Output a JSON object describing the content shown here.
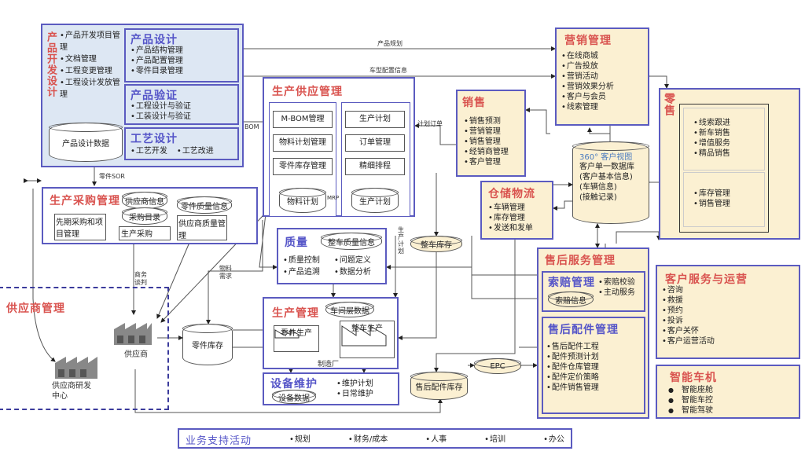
{
  "product_dev": {
    "title": "产品开发设计",
    "items": [
      "产品开发项目管理",
      "文档管理",
      "工程变更管理",
      "工程设计发放管理"
    ],
    "db": "产品设计数据",
    "design": {
      "title": "产品设计",
      "items": [
        "产品结构管理",
        "产品配置管理",
        "零件目录管理"
      ]
    },
    "verify": {
      "title": "产品验证",
      "items": [
        "工程设计与验证",
        "工装设计与验证"
      ]
    },
    "process": {
      "title": "工艺设计",
      "items": [
        "工艺开发",
        "工艺改进"
      ]
    }
  },
  "supply": {
    "title": "生产供应管理",
    "left": [
      "M-BOM管理",
      "物料计划管理",
      "零件库存管理"
    ],
    "left_db": "物料计划",
    "right": [
      "生产计划",
      "订单管理",
      "精细排程"
    ],
    "right_db": "生产计划"
  },
  "marketing": {
    "title": "营销管理",
    "items": [
      "在线商城",
      "广告投放",
      "营销活动",
      "营销效果分析",
      "客户与会员",
      "线索管理"
    ]
  },
  "sales": {
    "title": "销售",
    "items": [
      "销售预测",
      "营销管理",
      "销售管理",
      "经销商管理",
      "客户管理"
    ]
  },
  "retail": {
    "title": "零售",
    "top": [
      "线索跟进",
      "新车销售",
      "增值服务",
      "精品销售"
    ],
    "bottom": [
      "库存管理",
      "销售管理"
    ]
  },
  "warehouse": {
    "title": "仓储物流",
    "items": [
      "车辆管理",
      "库存管理",
      "发送和发单"
    ]
  },
  "customer_db": {
    "title": "360° 客户视图",
    "lines": [
      "客户单一数据库",
      "(客户基本信息)",
      "(车辆信息)",
      "(接触记录)"
    ]
  },
  "purchase": {
    "title": "生产采购管理",
    "advance": "先期采购和项目管理",
    "db1": "供应商信息",
    "db2": "采购目录",
    "prod": "生产采购",
    "db3": "零件质量信息",
    "quality": "供应商质量管理"
  },
  "supplier_mgmt": {
    "title": "供应商管理",
    "supplier": "供应商",
    "rd": "供应商研发中心"
  },
  "parts_stock": "零件库存",
  "quality": {
    "title": "质量",
    "db": "整车质量信息",
    "items": [
      "质量控制",
      "问题定义",
      "产品追溯",
      "数据分析"
    ]
  },
  "production": {
    "title": "生产管理",
    "db": "车间层数据",
    "parts": "零件生产",
    "vehicle": "整车生产",
    "plant": "制造厂"
  },
  "maintenance": {
    "title": "设备维护",
    "db": "设备数据",
    "items": [
      "维护计划",
      "日常维护"
    ]
  },
  "vehicle_stock": "整车库存",
  "aftersales_stock": "售后配件库存",
  "epc": "EPC",
  "aftersales": {
    "title": "售后服务管理",
    "claim": {
      "title": "索赔管理",
      "db": "索赔信息",
      "items": [
        "索赔校验",
        "主动服务"
      ]
    },
    "parts": {
      "title": "售后配件管理",
      "items": [
        "售后配件工程",
        "配件预测计划",
        "配件仓库管理",
        "配件定价策略",
        "配件销售管理"
      ]
    }
  },
  "cust_service": {
    "title": "客户服务与运营",
    "items": [
      "咨询",
      "救援",
      "预约",
      "投诉",
      "客户关怀",
      "客户运营活动"
    ]
  },
  "smart": {
    "title": "智能车机",
    "items": [
      "智能座舱",
      "智能车控",
      "智能驾驶"
    ]
  },
  "support": {
    "title": "业务支持活动",
    "items": [
      "规划",
      "财务/成本",
      "人事",
      "培训",
      "办公"
    ]
  },
  "labels": {
    "plan": "产品规划",
    "config": "车型配置信息",
    "bom": "BOM",
    "sor": "零件SOR",
    "order": "计划订单",
    "mrp": "MRP",
    "negotiation": "商务谈判",
    "material": "物料需求",
    "prod_plan": "生产计划"
  },
  "colors": {
    "border": "#5b5bc0",
    "title_red": "#d9534f",
    "title_blue": "#5555c8",
    "blue_bg": "#dde7f3",
    "cream_bg": "#fbf0d2"
  }
}
